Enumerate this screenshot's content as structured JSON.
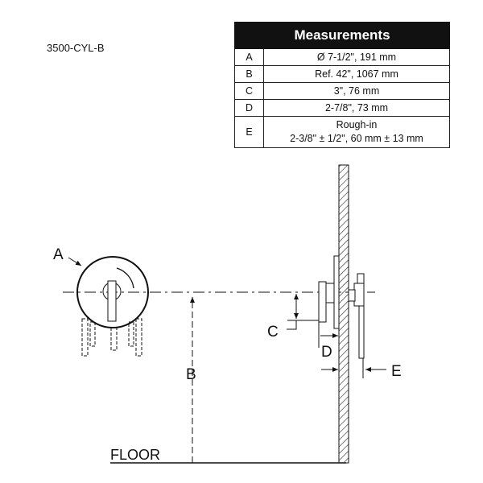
{
  "model": "3500-CYL-B",
  "table": {
    "title": "Measurements",
    "rows": [
      {
        "key": "A",
        "value": "Ø 7-1/2\", 191 mm"
      },
      {
        "key": "B",
        "value": "Ref. 42\", 1067 mm"
      },
      {
        "key": "C",
        "value": "3\", 76 mm"
      },
      {
        "key": "D",
        "value": "2-7/8\", 73 mm"
      },
      {
        "key": "E",
        "value": "Rough-in",
        "value2": "2-3/8\" ± 1/2\", 60 mm ± 13 mm"
      }
    ]
  },
  "labels": {
    "A": "A",
    "B": "B",
    "C": "C",
    "D": "D",
    "E": "E",
    "floor": "FLOOR"
  }
}
